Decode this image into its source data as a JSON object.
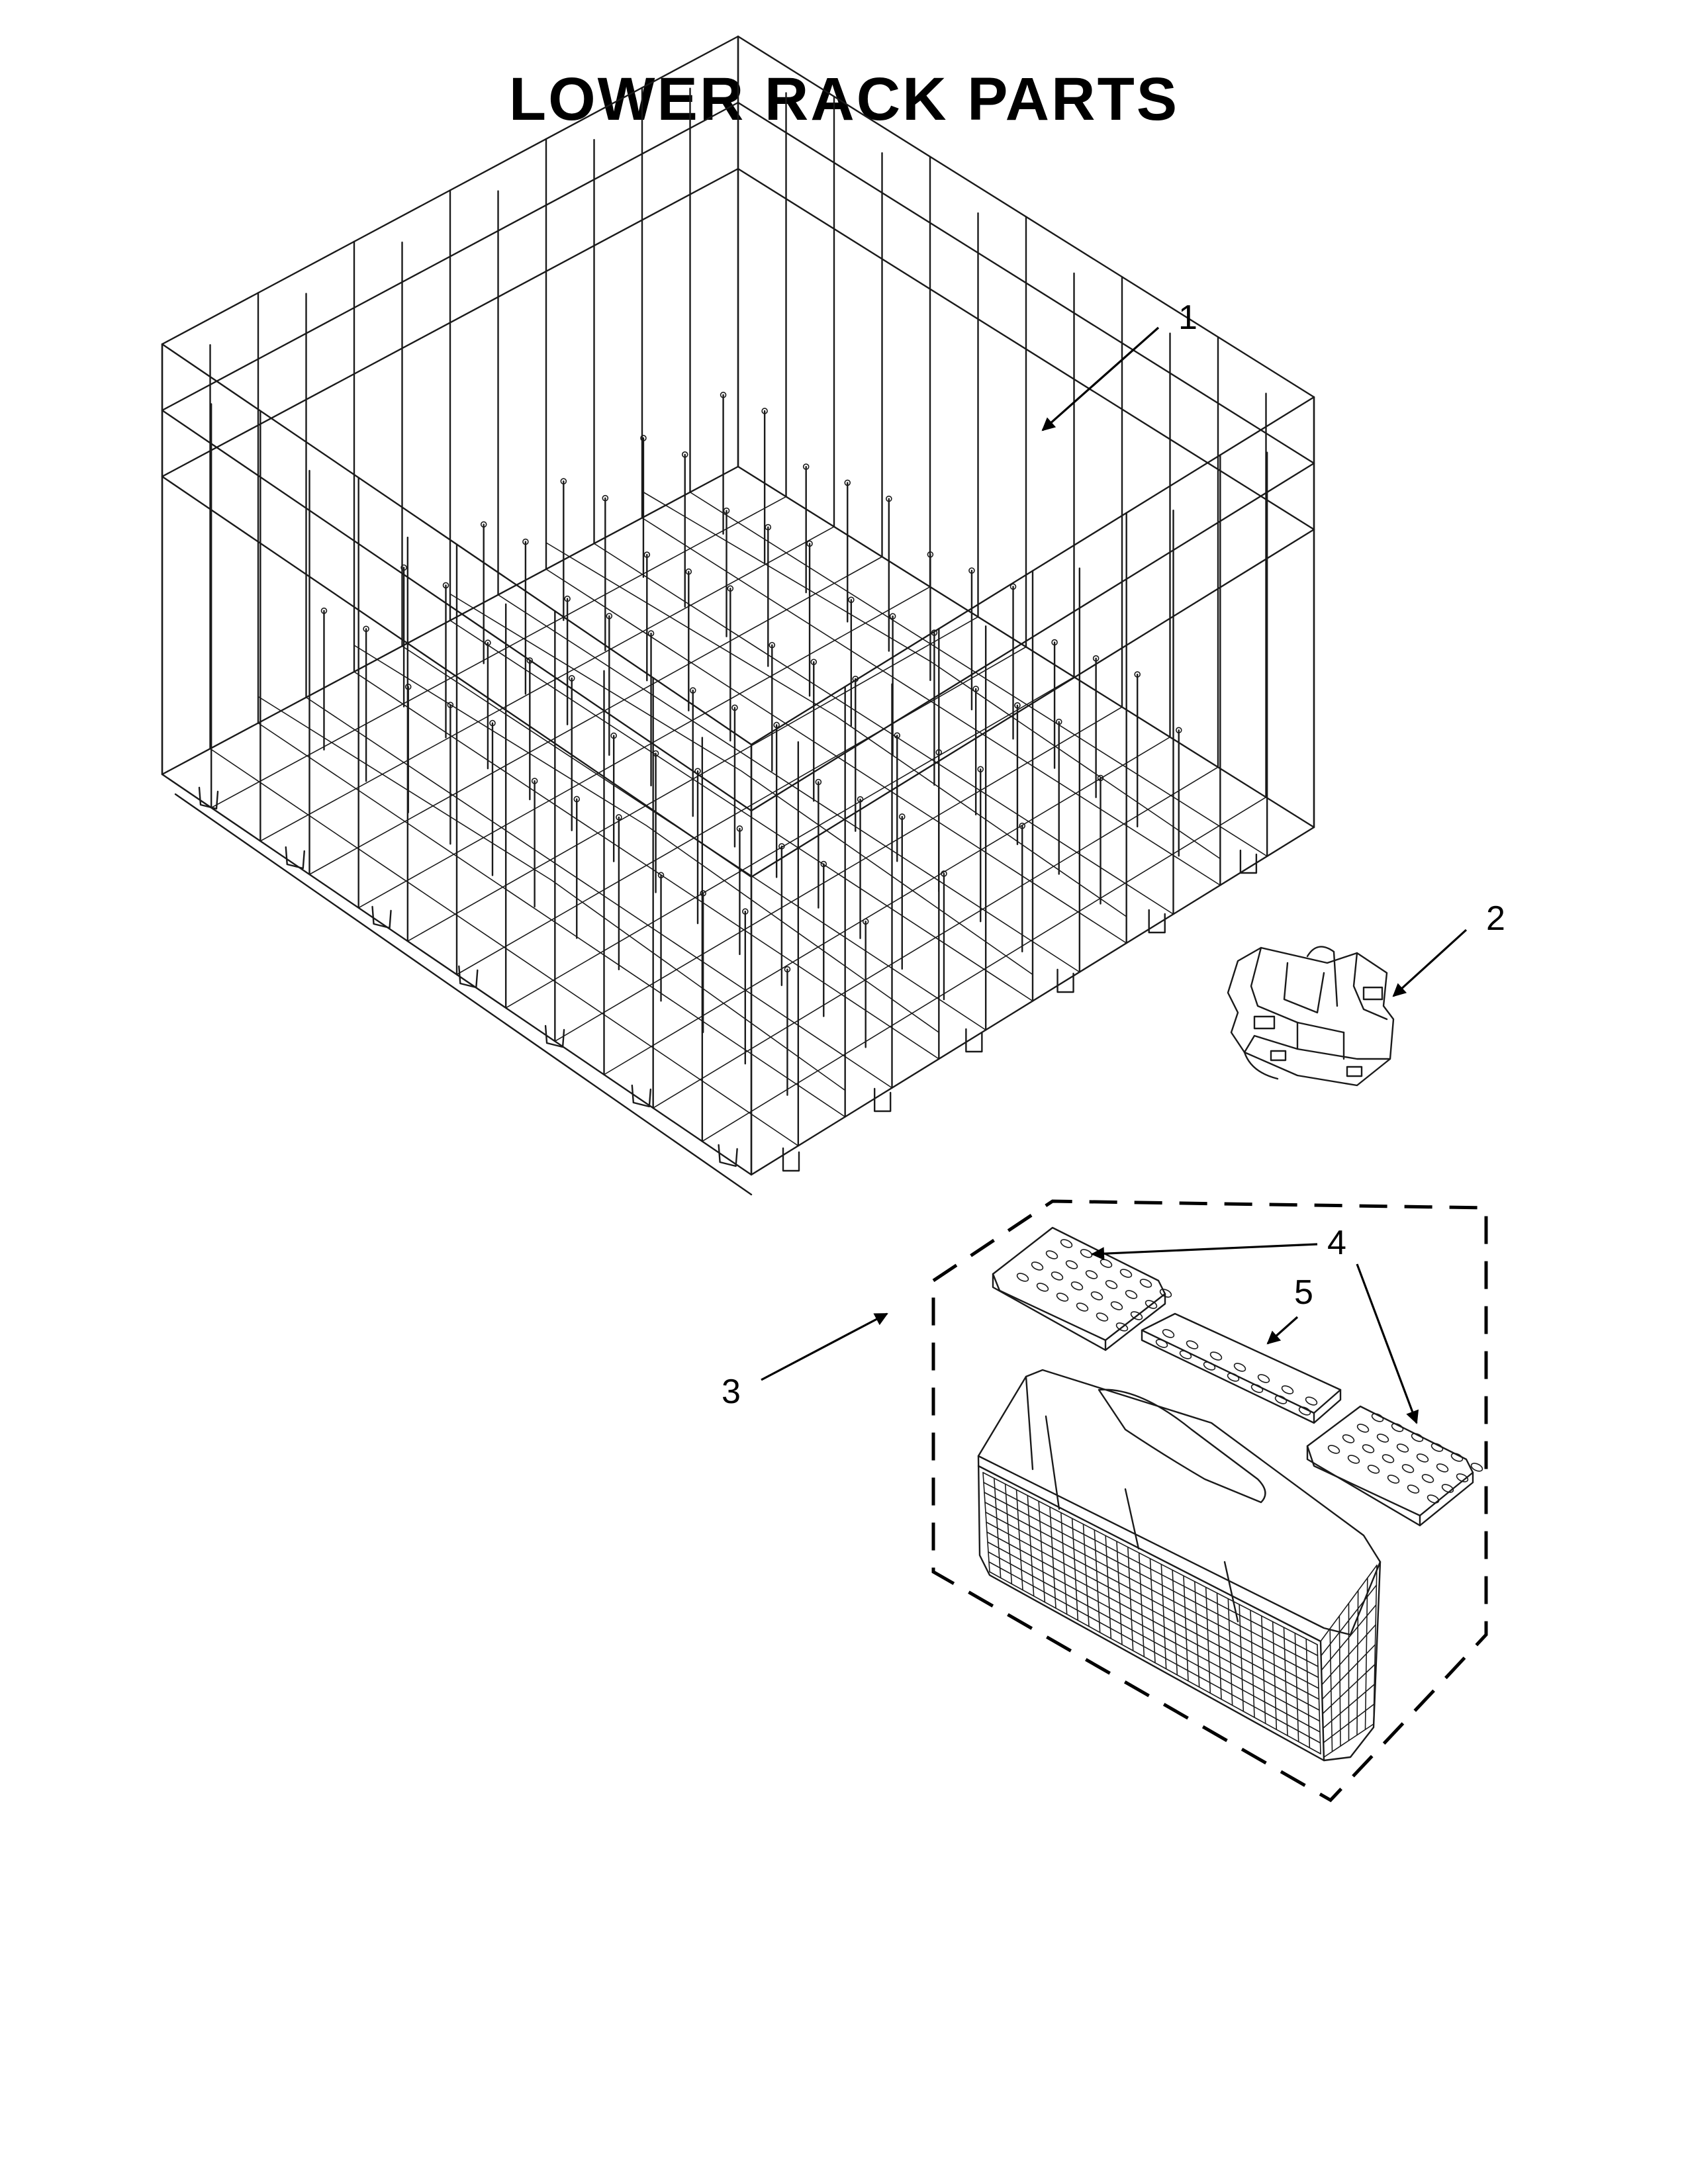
{
  "title": "LOWER RACK PARTS",
  "callouts": {
    "rack": "1",
    "clip": "2",
    "basket": "3",
    "cover_pair": "4",
    "cover_center": "5"
  }
}
